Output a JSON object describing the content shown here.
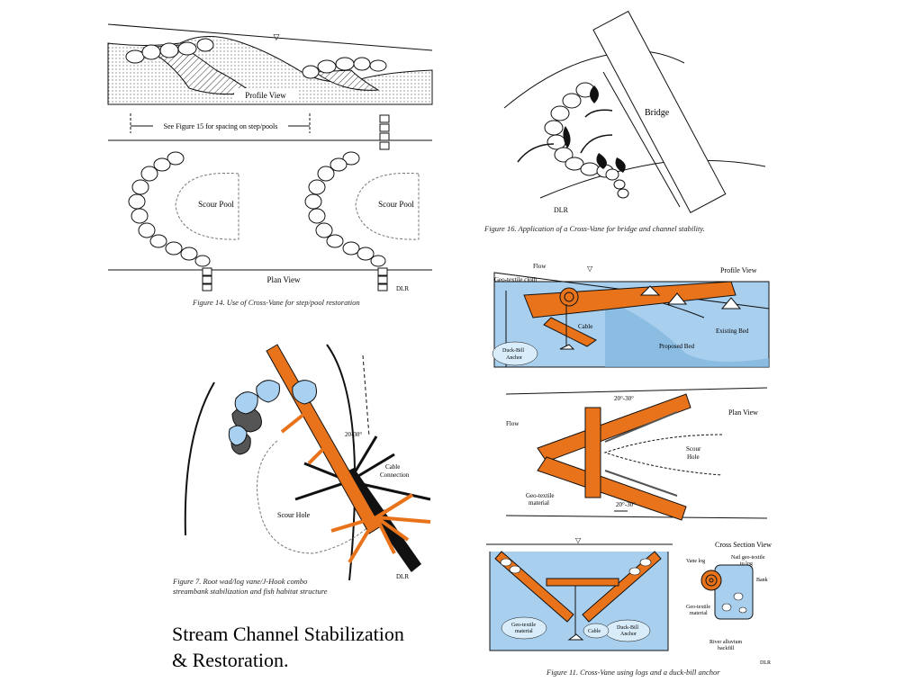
{
  "slide": {
    "title_line1": "Stream Channel Stabilization",
    "title_line2": "& Restoration."
  },
  "fig14": {
    "caption": "Figure 14.  Use of Cross-Vane for step/pool restoration",
    "profile_view": "Profile View",
    "spacing_note": "See Figure 15 for spacing on step/pools",
    "scour_pool": "Scour Pool",
    "plan_view": "Plan View",
    "credit": "DLR"
  },
  "fig16": {
    "caption": "Figure 16.  Application of a Cross-Vane for bridge and channel stability.",
    "bridge": "Bridge",
    "credit": "DLR"
  },
  "fig7": {
    "caption_line1": "Figure 7. Root wad/log vane/J-Hook combo",
    "caption_line2": "streambank stabilization and fish habitat structure",
    "angle": "20-30°",
    "cable_connection": "Cable\nConnection",
    "scour_hole": "Scour Hole",
    "credit": "DLR"
  },
  "fig11": {
    "caption": "Figure 11.  Cross-Vane using logs and a duck-bill anchor",
    "flow": "Flow",
    "profile_view": "Profile View",
    "geo_textile_cloth": "Geo-textile cloth",
    "cable": "Cable",
    "existing_bed": "Existing Bed",
    "proposed_bed": "Proposed Bed",
    "duck_bill_anchor": "Duck-Bill\nAnchor",
    "plan_view": "Plan View",
    "angle": "20°-30°",
    "scour_hole": "Scour\nHole",
    "geo_textile_material": "Geo-textile\nmaterial",
    "cross_section_view": "Cross Section View",
    "vane_log": "Vane log",
    "nail_geo_textile": "Nail geo-textile\nto log",
    "bank": "Bank",
    "river_alluvium": "River alluvium\nbackfill",
    "credit": "DLR"
  },
  "colors": {
    "log_orange": "#e8731b",
    "water_blue": "#a9cfee",
    "stone_blue": "#a8d0f0",
    "outline": "#111111"
  }
}
